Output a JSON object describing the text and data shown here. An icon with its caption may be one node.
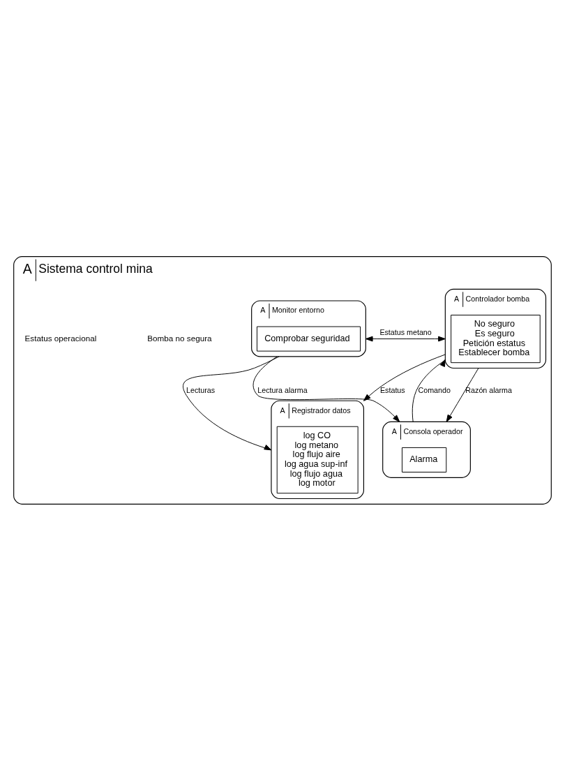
{
  "diagram": {
    "nodes": [
      {
        "text": [
          "A",
          "Sistema control mina"
        ]
      },
      {
        "text": [
          "A",
          "Controlador bomba"
        ],
        "in": 0
      },
      {
        "text": [
          "No seguro",
          "Es seguro",
          "Petición estatus",
          "Establecer bomba"
        ],
        "in": 1
      },
      {
        "text": [
          "A",
          "Monitor entorno"
        ],
        "in": 0
      },
      {
        "text": [
          "Comprobar seguridad"
        ],
        "in": 3
      },
      {
        "text": [
          "A",
          "Consola operador"
        ],
        "in": 0
      },
      {
        "text": [
          "Alarma"
        ],
        "in": 5
      },
      {
        "text": [
          "A",
          "Registrador datos"
        ],
        "in": 0
      },
      {
        "text": [
          "log CO",
          "log metano",
          "log flujo aire",
          "log agua sup-inf",
          "log flujo agua",
          "log motor"
        ],
        "in": 7
      }
    ],
    "edges": [
      {
        "from": 1,
        "to": 3,
        "arrow": "both",
        "label": "Estatus metano"
      },
      {
        "from": 1,
        "to": 7,
        "arrow": "to",
        "label": "Estatus"
      },
      {
        "from": 3,
        "to": 5,
        "arrow": "to",
        "label": "Lectura alarma"
      },
      {
        "from": 3,
        "to": 7,
        "arrow": "to",
        "label": "Lecturas"
      },
      {
        "from": 5,
        "to": 1,
        "arrow": "to",
        "label": "Comando"
      },
      {
        "from": 1,
        "to": 5,
        "arrow": "to",
        "label": "Razón alarma"
      }
    ],
    "labels": [
      "Bomba no segura",
      "Estatus operacional"
    ]
  }
}
